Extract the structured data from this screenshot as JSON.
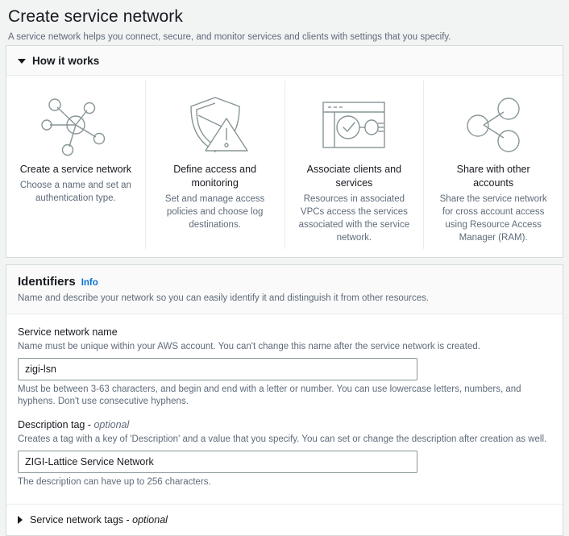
{
  "header": {
    "title": "Create service network",
    "subtitle": "A service network helps you connect, secure, and monitor services and clients with settings that you specify."
  },
  "how_it_works": {
    "label": "How it works",
    "expanded_icon": "triangle-down-icon",
    "cards": [
      {
        "icon": "network-hub-icon",
        "title": "Create a service network",
        "description": "Choose a name and set an authentication type."
      },
      {
        "icon": "shield-warning-icon",
        "title": "Define access and monitoring",
        "description": "Set and manage access policies and choose log destinations."
      },
      {
        "icon": "browser-plug-check-icon",
        "title": "Associate clients and services",
        "description": "Resources in associated VPCs access the services associated with the service network."
      },
      {
        "icon": "share-nodes-icon",
        "title": "Share with other accounts",
        "description": "Share the service network for cross account access using Resource Access Manager (RAM)."
      }
    ]
  },
  "identifiers": {
    "title": "Identifiers",
    "info_label": "Info",
    "description": "Name and describe your network so you can easily identify it and distinguish it from other resources.",
    "fields": {
      "service_network_name": {
        "label": "Service network name",
        "hint": "Name must be unique within your AWS account. You can't change this name after the service network is created.",
        "value": "zigi-lsn",
        "placeholder": "",
        "constraint": "Must be between 3-63 characters, and begin and end with a letter or number. You can use lowercase letters, numbers, and hyphens. Don't use consecutive hyphens."
      },
      "description_tag": {
        "label": "Description tag - ",
        "label_optional": "optional",
        "hint": "Creates a tag with a key of 'Description' and a value that you specify. You can set or change the description after creation as well.",
        "value": "ZIGI-Lattice Service Network",
        "placeholder": "",
        "constraint": "The description can have up to 256 characters."
      }
    }
  },
  "service_network_tags": {
    "label": "Service network tags - ",
    "label_optional": "optional",
    "collapsed_icon": "triangle-right-icon"
  },
  "colors": {
    "page_background": "#f2f3f3",
    "panel_background": "#ffffff",
    "panel_border": "#d5dbdb",
    "section_header_background": "#fafafa",
    "link_blue": "#0972d3",
    "text_primary": "#16191f",
    "text_secondary": "#5f6b7a",
    "icon_stroke": "#879596",
    "input_border": "#879596"
  }
}
